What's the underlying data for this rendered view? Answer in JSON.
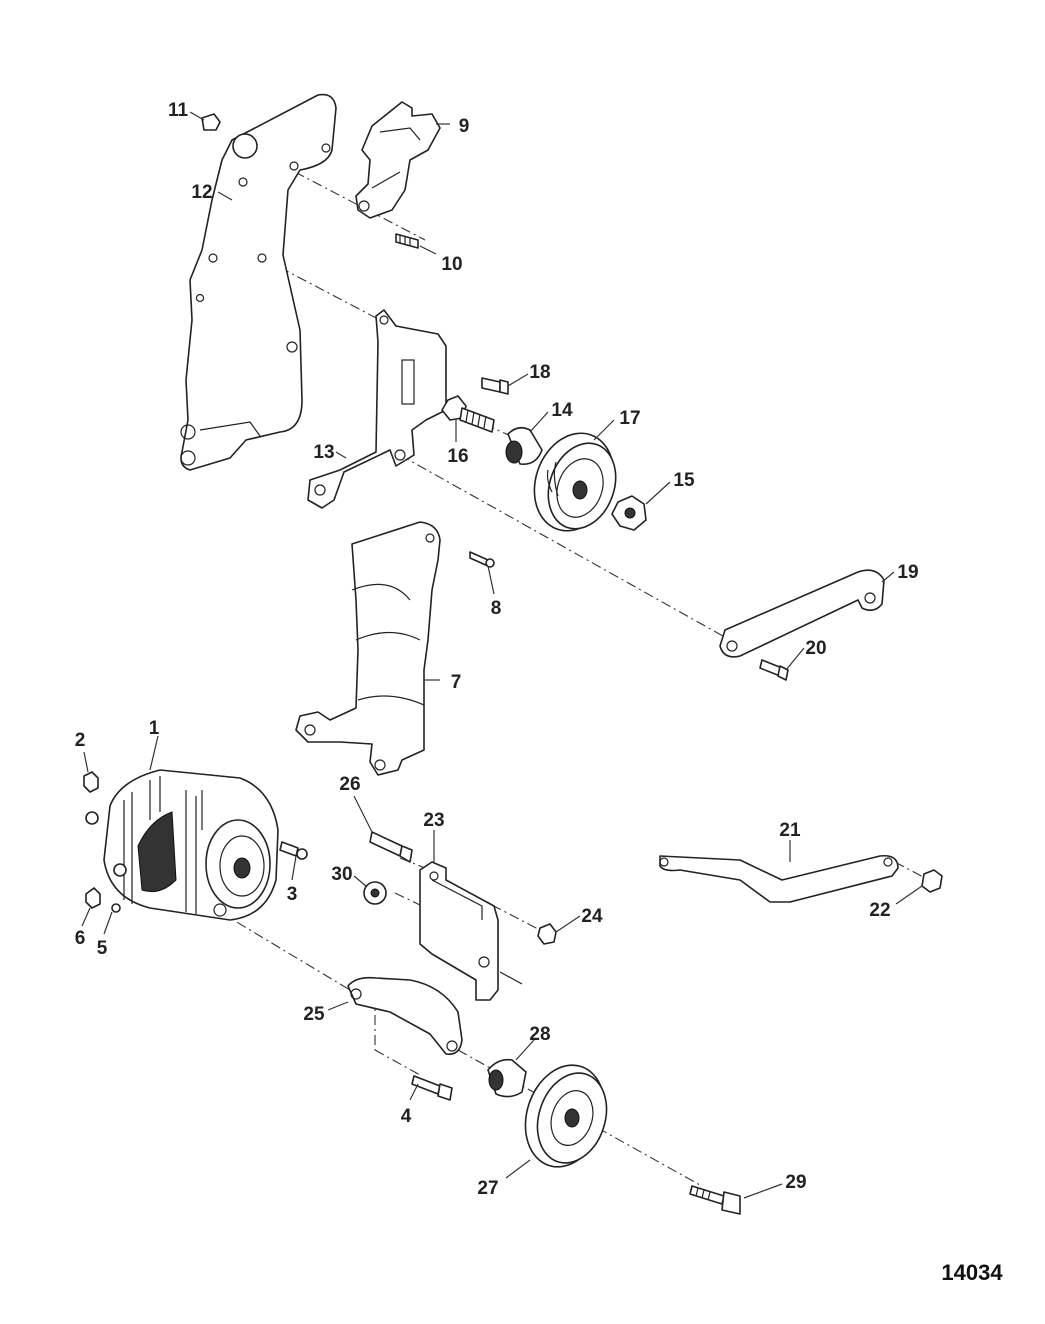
{
  "diagram": {
    "drawing_number": "14034",
    "callouts": [
      "1",
      "2",
      "3",
      "4",
      "5",
      "6",
      "7",
      "8",
      "9",
      "10",
      "11",
      "12",
      "13",
      "14",
      "15",
      "16",
      "17",
      "18",
      "19",
      "20",
      "21",
      "22",
      "23",
      "24",
      "25",
      "26",
      "27",
      "28",
      "29",
      "30"
    ],
    "colors": {
      "line": "#222222",
      "background": "#ffffff"
    }
  }
}
